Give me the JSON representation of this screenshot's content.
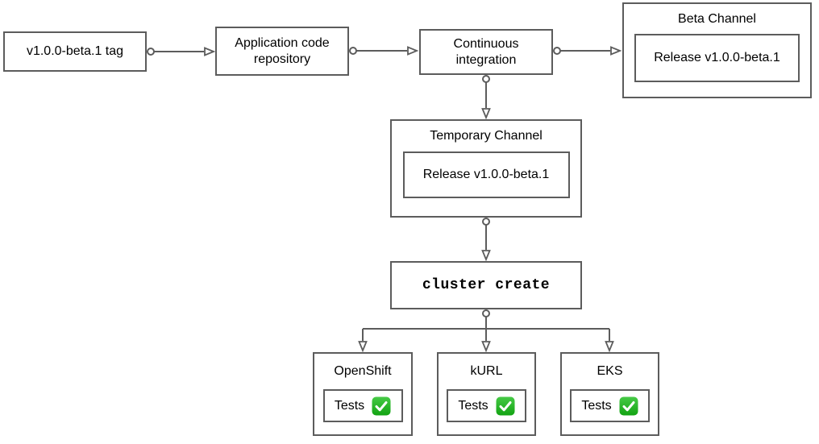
{
  "diagram": {
    "background": "#ffffff",
    "stroke_color": "#5c5c5c",
    "text_color": "#000000",
    "nodes": {
      "version_tag": {
        "label": "v1.0.0-beta.1 tag"
      },
      "app_repo": {
        "label": "Application code\nrepository"
      },
      "continuous_integration": {
        "label": "Continuous\nintegration"
      },
      "beta_channel": {
        "title": "Beta Channel",
        "release_label": "Release v1.0.0-beta.1"
      },
      "temporary_channel": {
        "title": "Temporary Channel",
        "release_label": "Release v1.0.0-beta.1"
      },
      "cluster_create": {
        "label": "cluster create"
      }
    },
    "platforms": [
      {
        "title": "OpenShift",
        "tests_label": "Tests"
      },
      {
        "title": "kURL",
        "tests_label": "Tests"
      },
      {
        "title": "EKS",
        "tests_label": "Tests"
      }
    ],
    "icons": {
      "tests_check": "✅",
      "check_green_top": "#46ca46",
      "check_green_bottom": "#12a312"
    }
  }
}
